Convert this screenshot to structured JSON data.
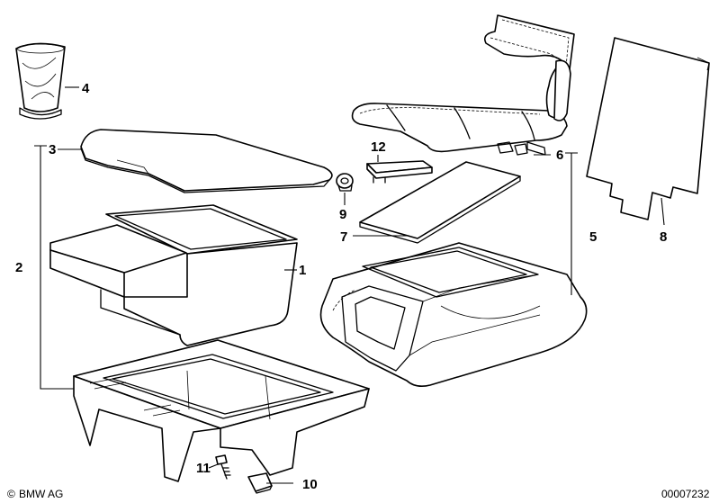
{
  "callouts": {
    "p1": "1",
    "p2": "2",
    "p3": "3",
    "p4": "4",
    "p5": "5",
    "p6": "6",
    "p7": "7",
    "p8": "8",
    "p9": "9",
    "p10": "10",
    "p11": "11",
    "p12": "12"
  },
  "footer": {
    "brand_symbol": "©",
    "brand": "BMW AG",
    "diagram_number": "00007232"
  }
}
